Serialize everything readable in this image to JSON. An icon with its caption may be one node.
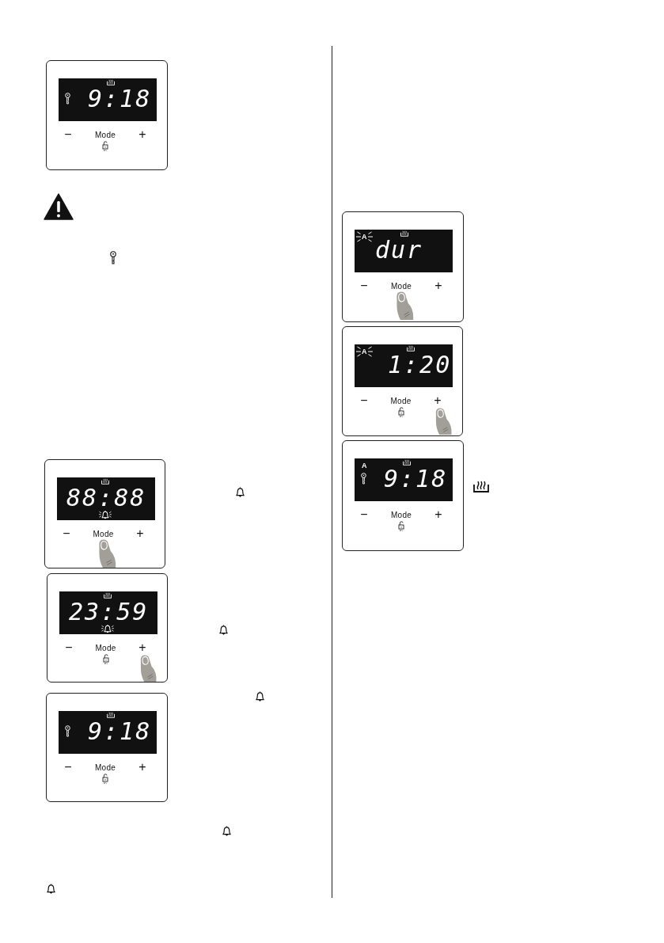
{
  "diagram": {
    "nodes": [
      {
        "text": [
          "−",
          "Mode",
          "+"
        ]
      },
      {
        "text": [
          "9:18"
        ],
        "in": 0
      },
      {
        "text": [
          "−",
          "Mode",
          "+"
        ]
      },
      {
        "text": [
          "88:88"
        ],
        "in": 2
      },
      {
        "text": [
          "−",
          "Mode",
          "+"
        ]
      },
      {
        "text": [
          "23:59"
        ],
        "in": 4
      },
      {
        "text": [
          "−",
          "Mode",
          "+"
        ]
      },
      {
        "text": [
          "9:18"
        ],
        "in": 6
      },
      {
        "text": [
          "−",
          "Mode",
          "+"
        ]
      },
      {
        "text": [
          "A",
          "dur"
        ],
        "in": 8
      },
      {
        "text": [
          "−",
          "Mode",
          "+"
        ]
      },
      {
        "text": [
          "A",
          "1:20"
        ],
        "in": 10
      },
      {
        "text": [
          "−",
          "Mode",
          "+"
        ]
      },
      {
        "text": [
          "A",
          "9:18"
        ],
        "in": 12
      }
    ]
  }
}
